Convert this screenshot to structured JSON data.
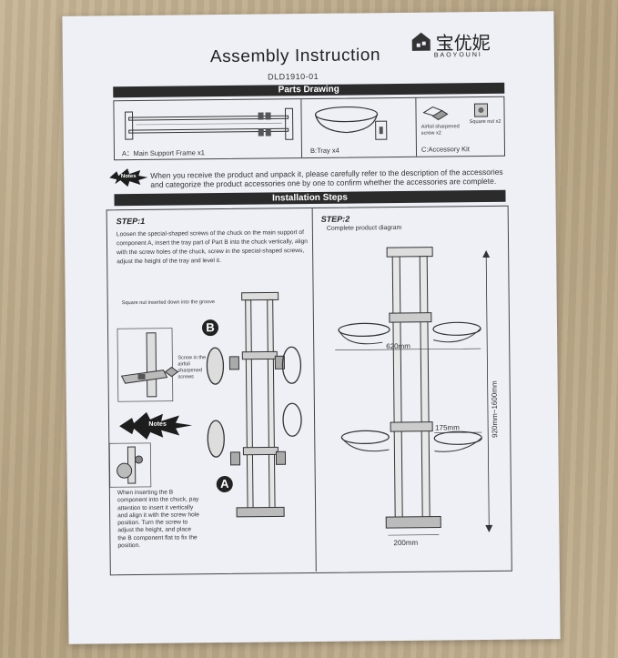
{
  "header": {
    "title": "Assembly Instruction",
    "model": "DLD1910-01",
    "brand_cn": "宝优妮",
    "brand_en": "BAOYOUNI"
  },
  "parts": {
    "section_title": "Parts Drawing",
    "part_a": "A：Main Support Frame x1",
    "part_b": "B:Tray x4",
    "screw": "Airfoil sharpened screw x2",
    "nut": "Square nut x2",
    "part_c": "C:Accessory Kit"
  },
  "notes": {
    "badge": "Notes",
    "text": "When you receive the product and unpack it, please carefully refer to the description of the accessories and categorize the product accessories one by one to confirm whether the accessories are complete."
  },
  "install": {
    "section_title": "Installation Steps",
    "step1": {
      "label": "STEP:1",
      "text": "Loosen the special-shaped screws of the chuck on the main support of component A, insert the tray part of Part B into the chuck vertically, align with the screw holes of the chuck, screw in the special-shaped screws, adjust the height of the tray and level it.",
      "nut_caption": "Square nut inserted down into the groove",
      "screw_caption": "Screw in the airfoil sharpened screws",
      "notes_badge": "Notes",
      "note_text": "When inserting the B component into the chuck, pay attention to insert it vertically and align it with the screw hole position. Turn the screw to adjust the height, and place the B component flat to fix the position.",
      "label_a": "A",
      "label_b": "B"
    },
    "step2": {
      "label": "STEP:2",
      "caption": "Complete product diagram",
      "dim_width": "620mm",
      "dim_tray": "175mm",
      "dim_base": "200mm",
      "dim_height": "920mm~1600mm"
    }
  },
  "colors": {
    "paper": "#eef0f6",
    "bar": "#2b2b2b",
    "table": "#b9a88c"
  }
}
